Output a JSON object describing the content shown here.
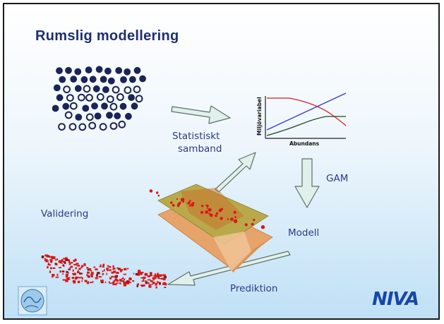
{
  "slide": {
    "title": "Rumslig modellering",
    "labels": {
      "statistiskt": "Statistiskt",
      "samband": "samband",
      "gam": "GAM",
      "validering": "Validering",
      "modell": "Modell",
      "prediktion": "Prediktion"
    },
    "chart": {
      "ylabel": "Miljövariabel",
      "xlabel": "Abundans"
    },
    "logo": "NIVA"
  },
  "colors": {
    "title": "#1f2f6e",
    "label": "#2c3a86",
    "arrow_fill": "#dff1ea",
    "arrow_stroke": "#5e6e68",
    "points": "#1a2456",
    "red_prediction": "#d81818",
    "map_surface": "#b8a84a",
    "map_relief": "#e08a3a"
  }
}
